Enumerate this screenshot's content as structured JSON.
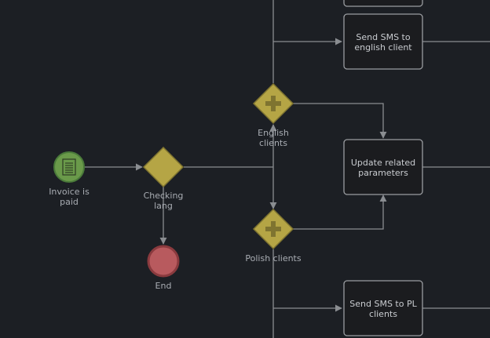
{
  "diagram": {
    "start_event": {
      "label_lines": [
        "Invoice is",
        "paid"
      ],
      "icon": "document-icon"
    },
    "checking_gateway": {
      "label_lines": [
        "Checking",
        "lang"
      ]
    },
    "end_event": {
      "label_lines": [
        "End"
      ]
    },
    "english_gateway": {
      "label_lines": [
        "English",
        "clients"
      ],
      "icon": "plus-icon"
    },
    "polish_gateway": {
      "label_lines": [
        "Polish clients"
      ],
      "icon": "plus-icon"
    },
    "task_sms_english": {
      "label_lines": [
        "Send SMS to",
        "english client"
      ]
    },
    "task_update_params": {
      "label_lines": [
        "Update related",
        "parameters"
      ]
    },
    "task_sms_pl": {
      "label_lines": [
        "Send SMS to PL",
        "clients"
      ]
    }
  },
  "colors": {
    "background": "#1c1f24",
    "start_fill": "#6a9a4a",
    "start_stroke": "#4a7a3a",
    "end_fill": "#b85a5e",
    "end_stroke": "#8a3a3e",
    "gateway_fill": "#b5a545",
    "gateway_stroke": "#7f7430",
    "task_fill": "#1b1c1f",
    "task_stroke": "#9a9da1",
    "edge": "#8a8d91"
  }
}
